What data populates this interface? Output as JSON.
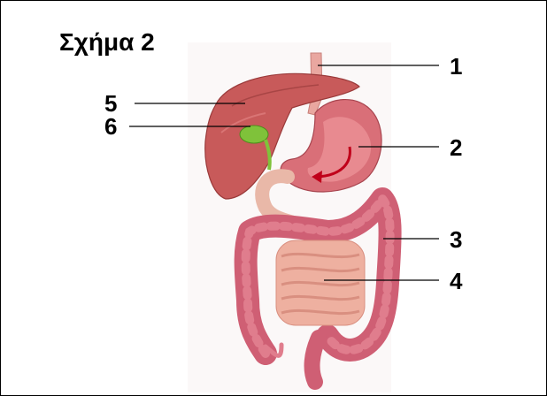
{
  "figure": {
    "title": "Σχήμα 2",
    "labels": [
      "1",
      "2",
      "3",
      "4",
      "5",
      "6"
    ],
    "organs": [
      "esophagus",
      "stomach",
      "large-intestine",
      "small-intestine",
      "liver",
      "gallbladder"
    ]
  },
  "colors": {
    "liver": "#c85a5a",
    "liver_dark": "#a84545",
    "stomach": "#d96f78",
    "stomach_inner": "#e88a90",
    "arrow": "#c0001a",
    "gallbladder": "#7fc23a",
    "colon": "#cf5f74",
    "colon_light": "#e07d8d",
    "small_intestine": "#eeb0a0",
    "small_intestine_dark": "#d98f80",
    "esophagus": "#e9a7a0",
    "duodenum": "#e9b8a8"
  }
}
